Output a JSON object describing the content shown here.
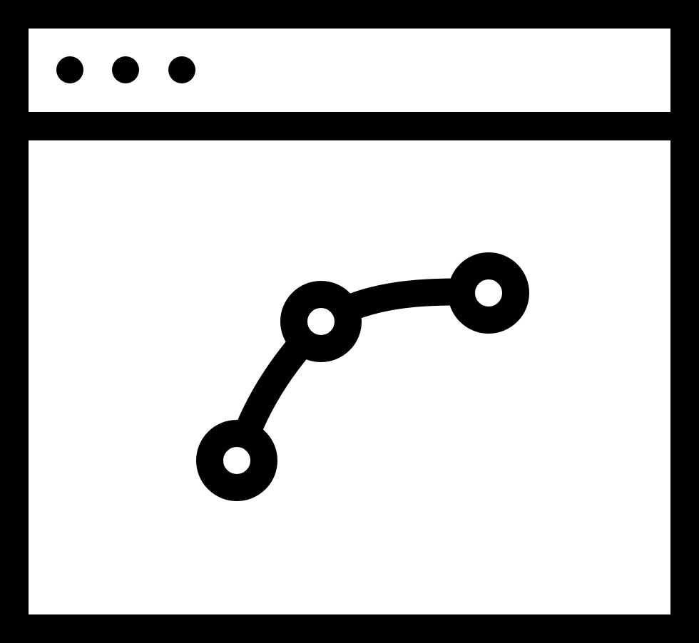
{
  "icon": {
    "name": "browser-window-curve-icon",
    "stroke_color": "#000000",
    "fill_color": "#ffffff",
    "window_dots": [
      "dot-1",
      "dot-2",
      "dot-3"
    ],
    "curve_nodes": [
      "node-start",
      "node-middle",
      "node-end"
    ]
  }
}
